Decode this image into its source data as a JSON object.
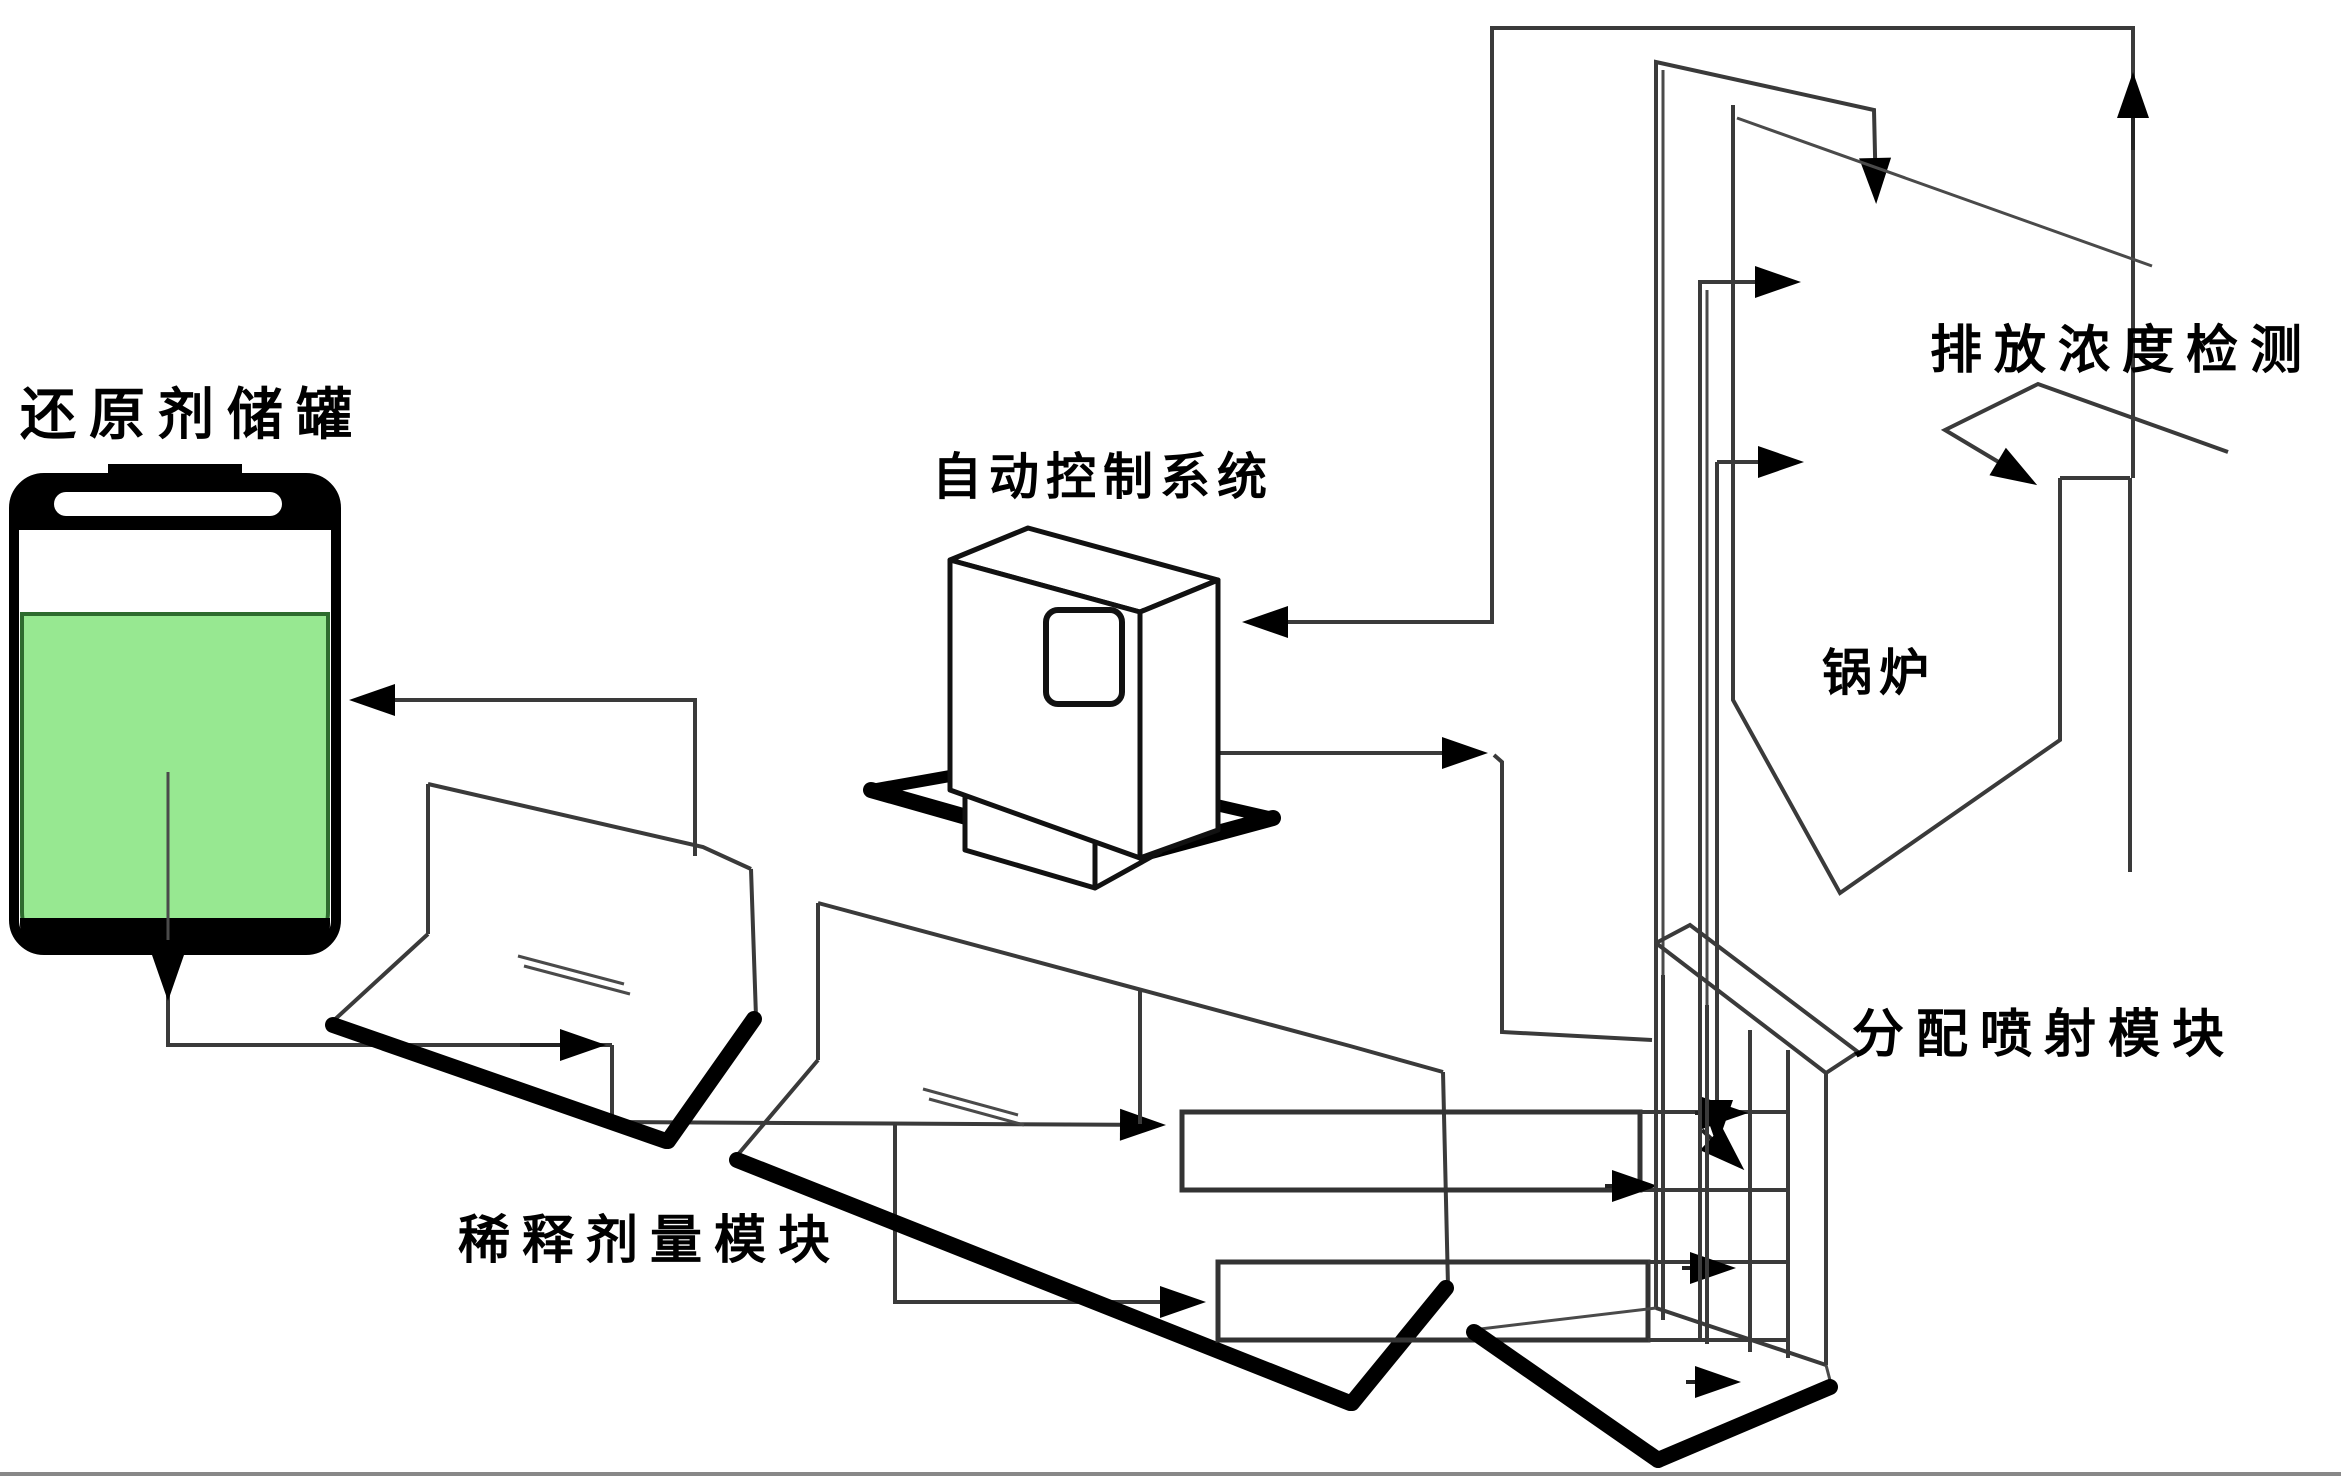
{
  "diagram": {
    "type": "patent-process-schematic",
    "labels": {
      "tank": "还原剂储罐",
      "control_system": "自动控制系统",
      "emission_detection": "排放浓度检测",
      "boiler": "锅炉",
      "injection_module": "分配喷射模块",
      "dilution_module": "稀释剂量模块"
    },
    "colors": {
      "tank_liquid": "#97e891",
      "tank_liquid_edge": "#2e6b2e",
      "line": "#3a3a3a",
      "arrow": "#000000",
      "outline": "#111111"
    }
  }
}
